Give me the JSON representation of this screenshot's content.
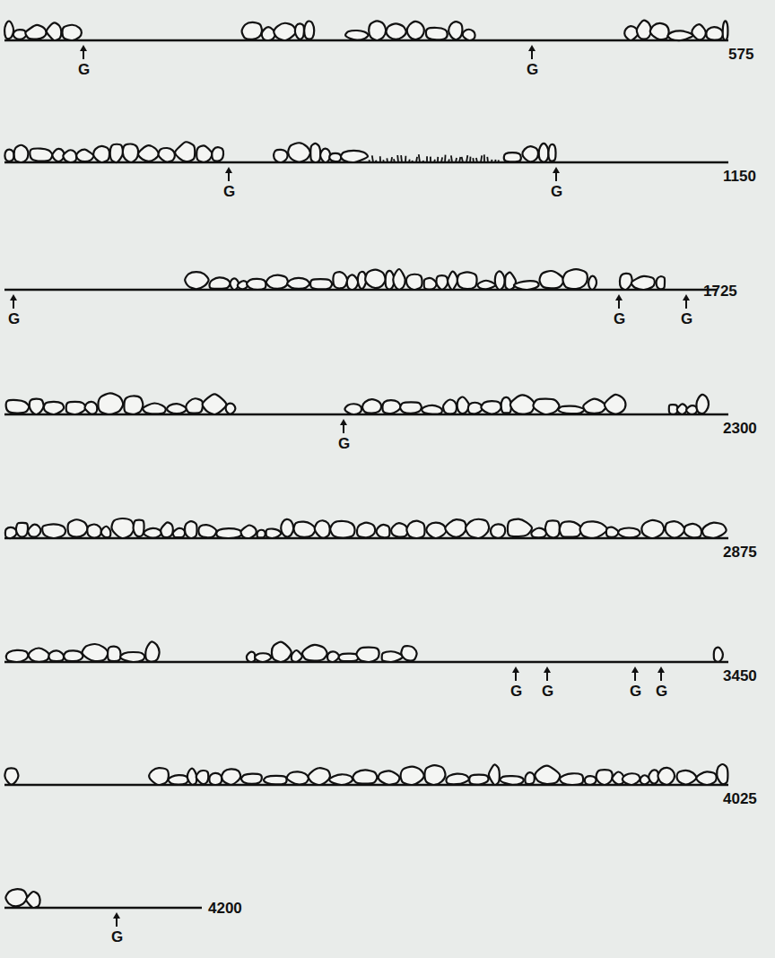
{
  "diagram": {
    "labels": [
      "G",
      "G",
      "575",
      "G",
      "G",
      "1150",
      "G",
      "G",
      "G",
      "1725",
      "G",
      "2300",
      "2875",
      "G",
      "G",
      "G",
      "G",
      "3450",
      "4025",
      "G",
      "4200"
    ]
  }
}
